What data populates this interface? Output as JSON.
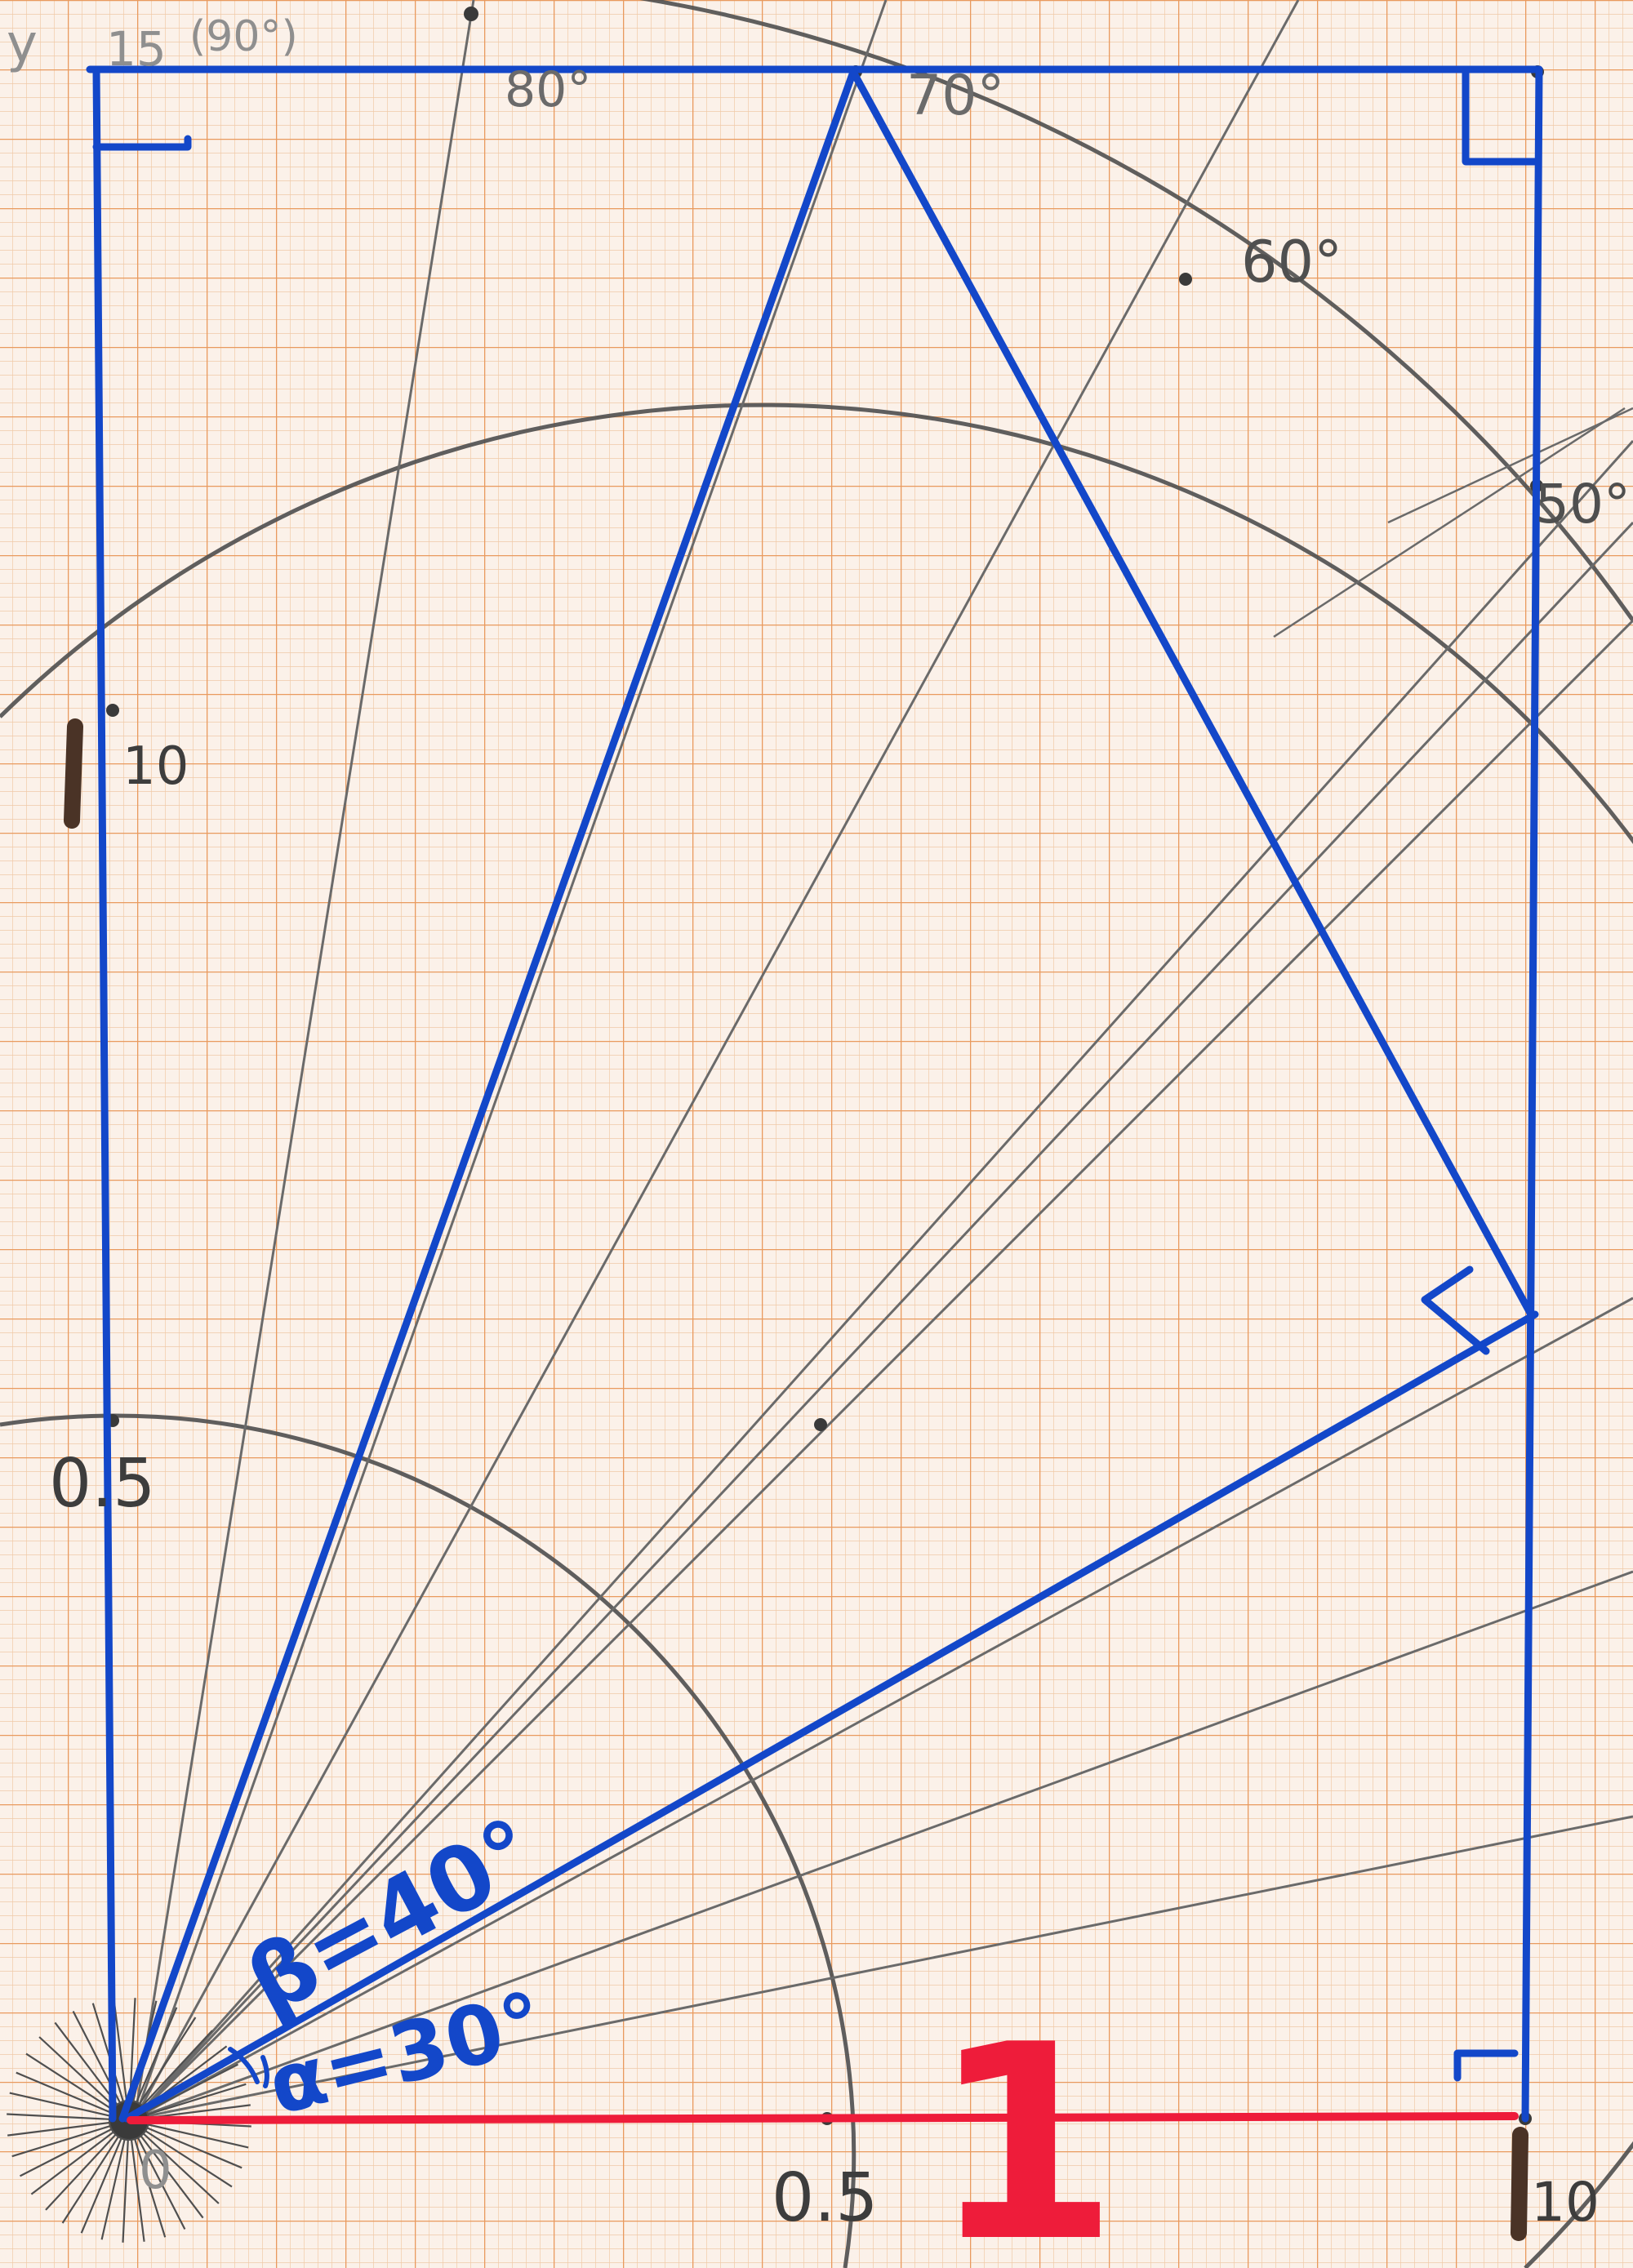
{
  "diagram": {
    "colors": {
      "paper": "#fbf1e9",
      "grid_minor": "#f0c9a7",
      "grid_major": "#e99a5e",
      "pencil": "#4f4f4f",
      "pencil_light": "#8f8f8f",
      "blue_ink": "#1347c9",
      "red_ink": "#ee1c3a",
      "brown_marker": "#4a3326"
    },
    "labels": {
      "y_axis": "y",
      "y_top_value": "15",
      "y_top_angle": "(90°)",
      "y_mid_value": "10",
      "y_low_value": "0.5",
      "x_mid_value": "0.5",
      "x_end_value": "10",
      "origin": "0",
      "angle_80": "80°",
      "angle_70": "70°",
      "angle_60": "60°",
      "angle_50": "50°",
      "beta_label": "β=40°",
      "alpha_label": "α=30°",
      "unit_label": "1"
    },
    "angles_deg": [
      30,
      40,
      50,
      60,
      70,
      80
    ]
  }
}
